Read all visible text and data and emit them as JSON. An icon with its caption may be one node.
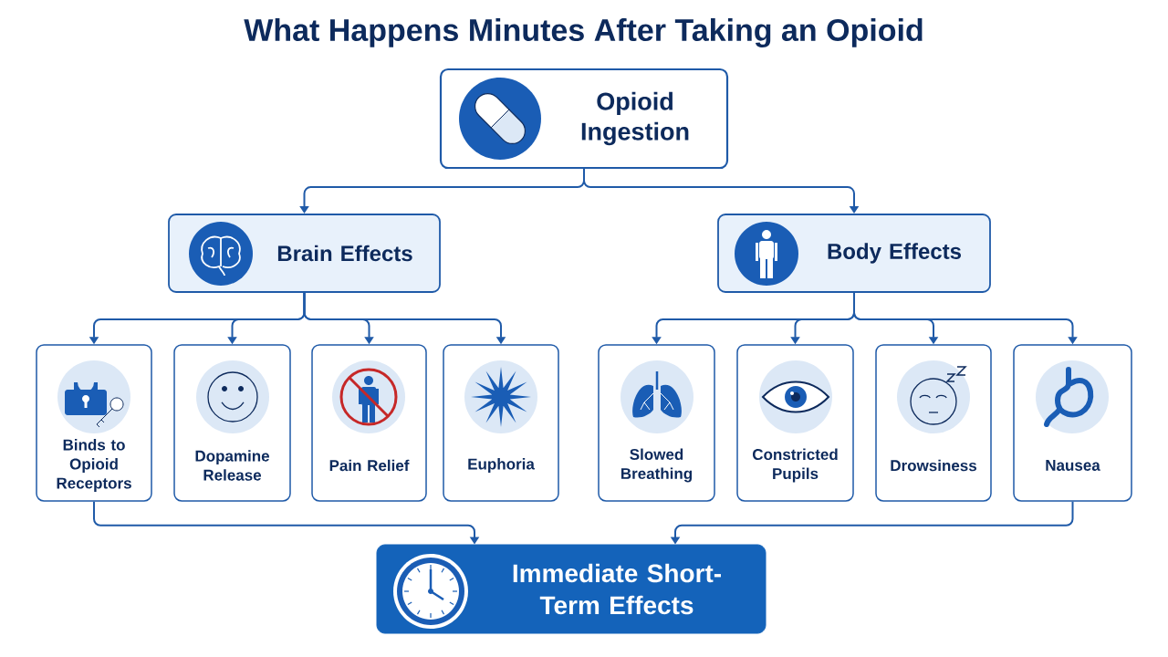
{
  "diagram": {
    "title": "What Happens Minutes After Taking an Opioid",
    "nodes": [
      {
        "text": [
          "Opioid Ingestion"
        ]
      },
      {
        "text": [
          "Brain Effects"
        ]
      },
      {
        "text": [
          "Body Effects"
        ]
      },
      {
        "text": [
          "Binds to Opioid Receptors"
        ]
      },
      {
        "text": [
          "Dopamine Release"
        ]
      },
      {
        "text": [
          "Pain Relief"
        ]
      },
      {
        "text": [
          "Euphoria"
        ]
      },
      {
        "text": [
          "Slowed Breathing"
        ]
      },
      {
        "text": [
          "Constricted Pupils"
        ]
      },
      {
        "text": [
          "Drowsiness"
        ]
      },
      {
        "text": [
          "Nausea"
        ]
      },
      {
        "text": [
          "Immediate Short-Term Effects"
        ]
      }
    ],
    "edges": [
      {
        "from": 0,
        "to": 1,
        "arrow": "to"
      },
      {
        "from": 0,
        "to": 2,
        "arrow": "to"
      },
      {
        "from": 1,
        "to": 3,
        "arrow": "to"
      },
      {
        "from": 1,
        "to": 4,
        "arrow": "to"
      },
      {
        "from": 1,
        "to": 5,
        "arrow": "to"
      },
      {
        "from": 1,
        "to": 6,
        "arrow": "to"
      },
      {
        "from": 2,
        "to": 7,
        "arrow": "to"
      },
      {
        "from": 2,
        "to": 8,
        "arrow": "to"
      },
      {
        "from": 2,
        "to": 9,
        "arrow": "to"
      },
      {
        "from": 2,
        "to": 10,
        "arrow": "to"
      },
      {
        "from": 3,
        "to": 11,
        "arrow": "to"
      },
      {
        "from": 10,
        "to": 11,
        "arrow": "to"
      }
    ]
  }
}
